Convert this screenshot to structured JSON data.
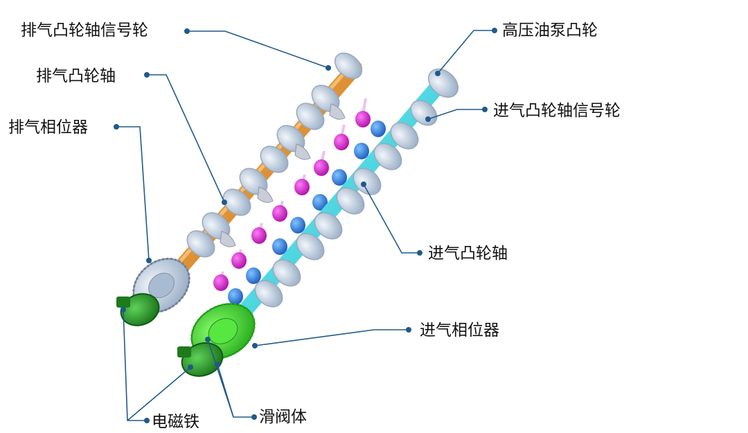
{
  "labels": {
    "exhaust_signal_wheel": "排气凸轮轴信号轮",
    "exhaust_camshaft": "排气凸轮轴",
    "exhaust_phaser": "排气相位器",
    "hp_pump_cam": "高压油泵凸轮",
    "intake_signal_wheel": "进气凸轮轴信号轮",
    "intake_camshaft": "进气凸轮轴",
    "intake_phaser": "进气相位器",
    "solenoid": "电磁铁",
    "spool_valve": "滑阀体"
  },
  "colors": {
    "exhaust_shaft": "#E8921E",
    "intake_shaft": "#2FE0E8",
    "exhaust_valve": "#E020D8",
    "intake_valve": "#2F7FE0",
    "cam_lobe": "#D8DCE6",
    "exhaust_phaser": "#B8CCE0",
    "intake_phaser": "#40E030",
    "solenoid": "#2EA02E",
    "leader_line": "#1F5A8C",
    "label_text": "#111111"
  }
}
